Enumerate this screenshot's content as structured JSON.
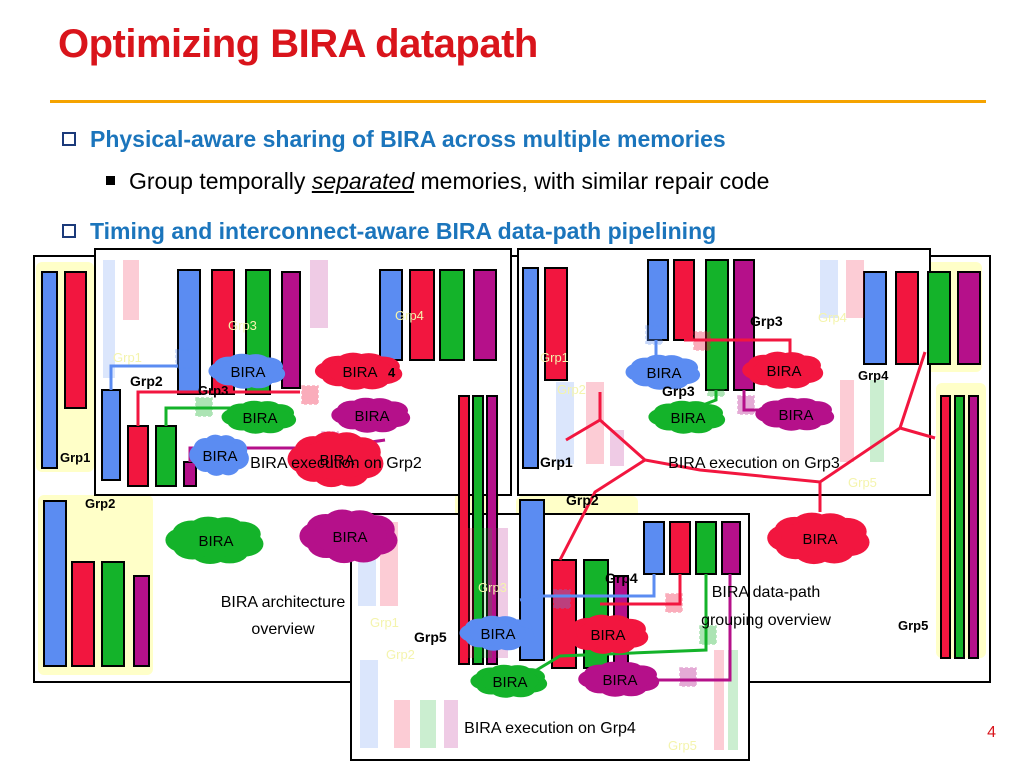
{
  "slide": {
    "title": "Optimizing BIRA datapath",
    "bullet1": "Physical-aware sharing of BIRA across multiple memories",
    "sub_pre": "Group temporally ",
    "sub_em": "separated",
    "sub_post": " memories, with similar repair code",
    "bullet2": "Timing and interconnect-aware BIRA data-path pipelining",
    "page_number": "4"
  },
  "panels": {
    "arch_caption": [
      "BIRA architecture",
      "overview"
    ],
    "grouping_caption": [
      "BIRA data-path",
      "grouping overview"
    ],
    "grp2_caption": "BIRA execution on Grp2",
    "grp3_caption": "BIRA execution on Grp3",
    "grp4_caption": "BIRA execution on Grp4"
  },
  "labels": {
    "bira": "BIRA",
    "grp1": "Grp1",
    "grp2": "Grp2",
    "grp3": "Grp3",
    "grp4": "Grp4",
    "grp5": "Grp5"
  },
  "colors": {
    "title": "#d9141b",
    "bullet": "#1b75bc",
    "accent_rule": "#f5a300",
    "mem_blue": "#5b8cf2",
    "mem_red": "#f2163f",
    "mem_green": "#14b32a",
    "mem_purple": "#b5108a",
    "group_bg": "#ffffc8"
  }
}
